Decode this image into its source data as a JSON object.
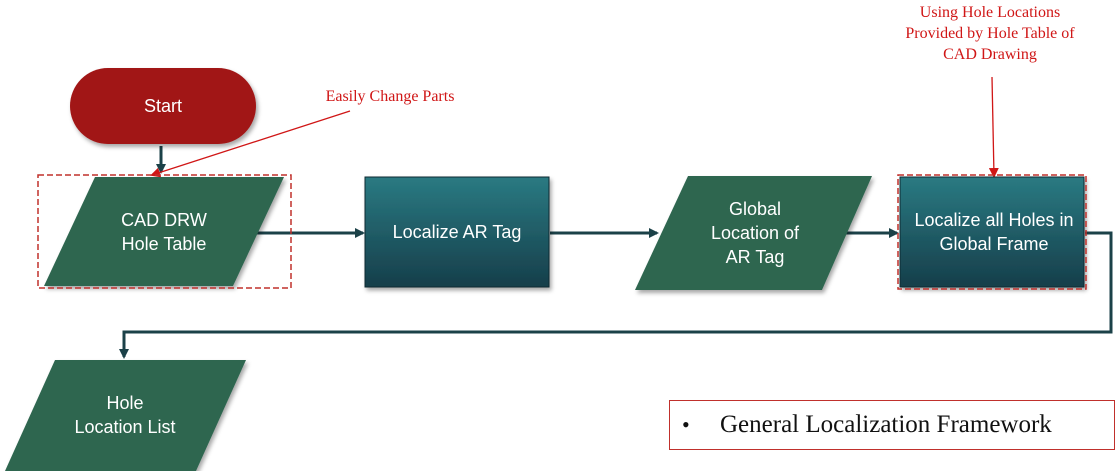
{
  "colors": {
    "start_fill": "#a11414",
    "io_fill": "#2f6650",
    "process_fill_top": "#2a7a82",
    "process_fill_bottom": "#163e4a",
    "arrow": "#1b4148",
    "annotation": "#d01616",
    "highlight_border": "#c0302c"
  },
  "nodes": {
    "start": {
      "label": "Start",
      "shape": "terminator"
    },
    "cad_drw": {
      "label": "CAD DRW\nHole Table",
      "shape": "data"
    },
    "localize_ar": {
      "label": "Localize AR Tag",
      "shape": "process"
    },
    "global_loc": {
      "label": "Global\nLocation of\nAR Tag",
      "shape": "data"
    },
    "localize_holes": {
      "label": "Localize all Holes in\nGlobal Frame",
      "shape": "process"
    },
    "hole_list": {
      "label": "Hole\nLocation List",
      "shape": "data"
    }
  },
  "annotations": {
    "easily_change": "Easily Change Parts",
    "using_hole": "Using Hole Locations\nProvided by Hole Table of\nCAD Drawing"
  },
  "legend": {
    "bullet": "•",
    "text": "General Localization Framework"
  }
}
